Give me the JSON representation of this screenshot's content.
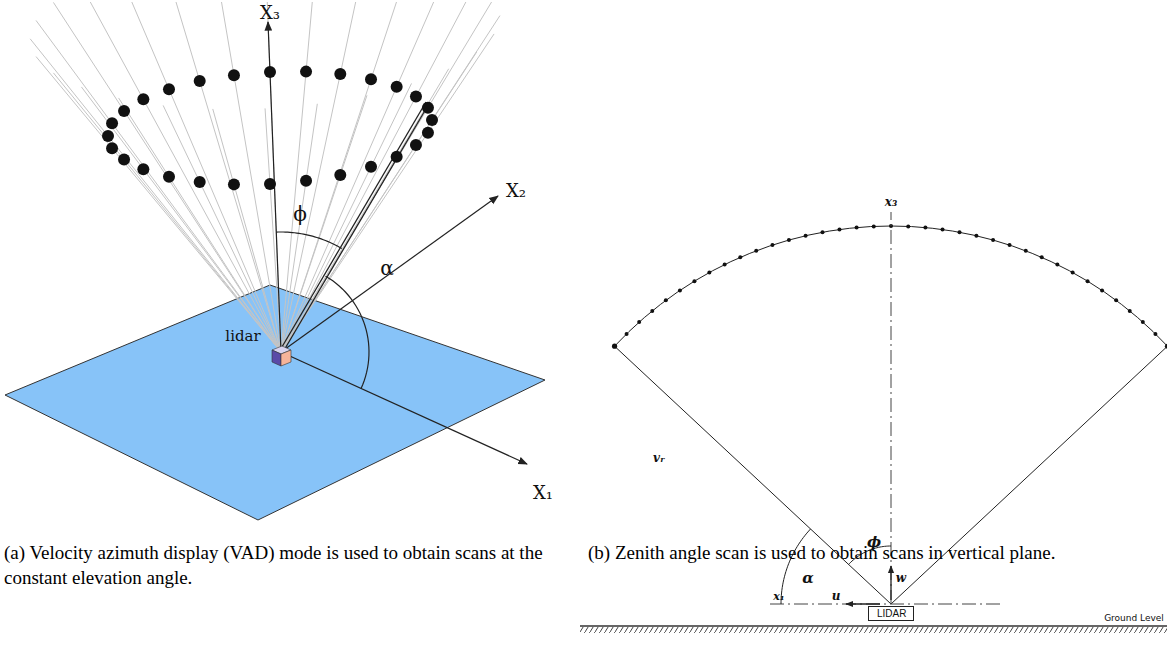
{
  "diagram": {
    "nodes": [
      {
        "text": [
          "LIDAR"
        ]
      }
    ],
    "labels": [
      "X₃",
      "X₂",
      "X₁",
      "ϕ",
      "α",
      "lidar",
      "(a) Velocity azimuth display (VAD) mode is used to obtain scans at the constant elevation angle.",
      "x₃",
      "vᵣ",
      "ϕ",
      "w",
      "α",
      "x₁",
      "u",
      "Ground Level",
      "(b) Zenith angle scan is used to obtain scans in vertical plane."
    ]
  }
}
